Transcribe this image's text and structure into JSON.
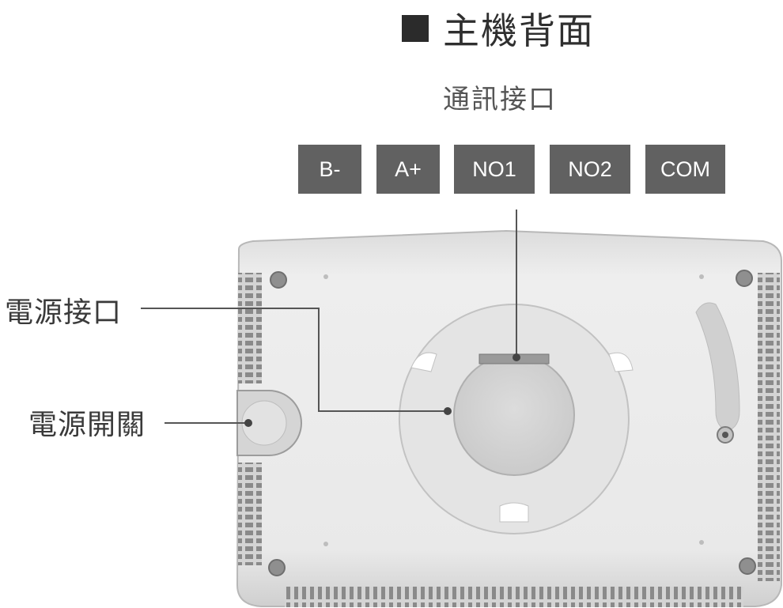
{
  "title": "主機背面",
  "subtitle": "通訊接口",
  "terminals": [
    "B-",
    "A+",
    "NO1",
    "NO2",
    "COM"
  ],
  "labels": {
    "power_port": "電源接口",
    "power_switch": "電源開關"
  },
  "colors": {
    "terminal_bg": "#616161",
    "device_body": "#e6e6e6",
    "device_edge": "#b5b5b5",
    "line": "#555555"
  }
}
